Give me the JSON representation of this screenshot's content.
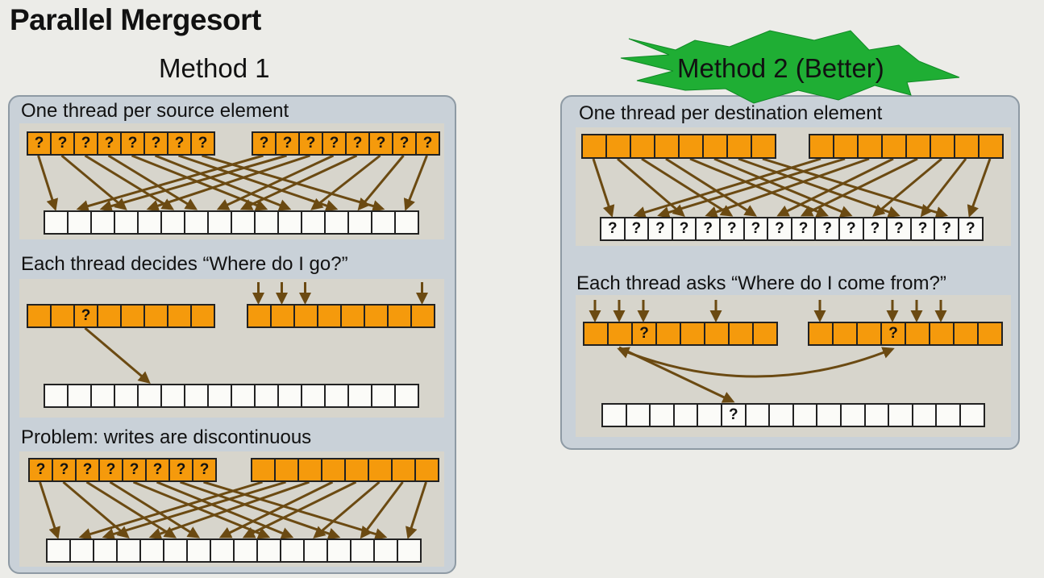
{
  "slide": {
    "title": "Parallel Mergesort"
  },
  "method1": {
    "heading": "Method 1",
    "caption_1": "One thread per source element",
    "caption_2": "Each thread decides “Where do I go?”",
    "caption_3": "Problem: writes are discontinuous",
    "cell_mark": "?"
  },
  "method2": {
    "heading": "Method 2 (Better)",
    "caption_1": "One thread per destination element",
    "caption_2": "Each thread asks “Where do I come from?”",
    "cell_mark": "?"
  },
  "colors": {
    "panel": "#c9d1d8",
    "inset": "#d7d5cc",
    "source_cell": "#f59a0c",
    "dest_cell": "#fbfbf8",
    "arrow": "#6b4a12",
    "starburst": "#1fae34"
  }
}
